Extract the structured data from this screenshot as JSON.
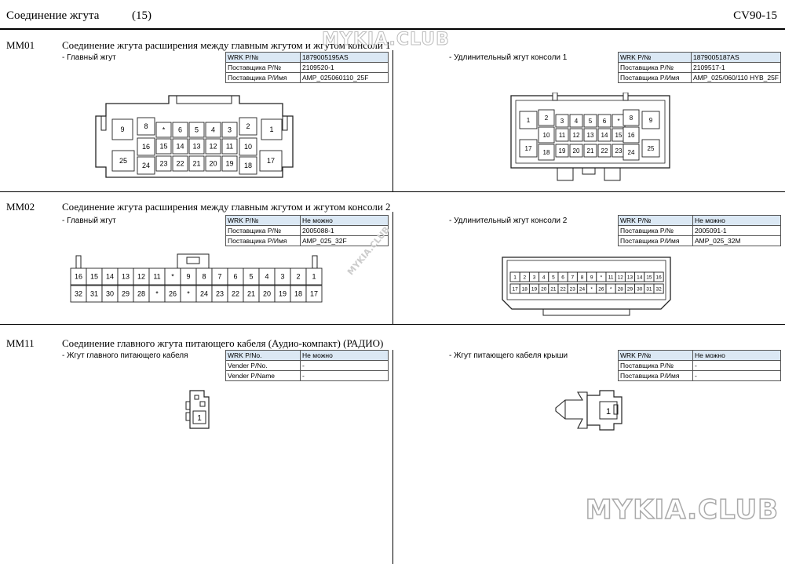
{
  "header": {
    "title": "Соединение жгута",
    "page": "(15)",
    "code": "CV90-15"
  },
  "watermarks": {
    "top": "MYKIA.CLUB",
    "diag": "MYKIA.CLUB",
    "big": "MYKIA.CLUB"
  },
  "sections": {
    "mm01": {
      "code": "MM01",
      "title": "Соединение жгута расширения между главным жгутом и жгутом консоли 1",
      "left": {
        "label": "- Главный жгут",
        "table": {
          "r1k": "WRK P/№",
          "r1v": "1879005195AS",
          "r2k": "Поставщика P/№",
          "r2v": "2109520-1",
          "r3k": "Поставщика P/Имя",
          "r3v": "AMP_025060110_25F"
        }
      },
      "right": {
        "label": "- Удлинительный жгут консоли 1",
        "table": {
          "r1k": "WRK P/№",
          "r1v": "1879005187AS",
          "r2k": "Поставщика P/№",
          "r2v": "2109517-1",
          "r3k": "Поставщика P/Имя",
          "r3v": "AMP_025/060/110 HYB_25F"
        }
      }
    },
    "mm02": {
      "code": "MM02",
      "title": "Соединение жгута расширения между главным жгутом и жгутом консоли 2",
      "left": {
        "label": "- Главный жгут",
        "table": {
          "r1k": "WRK P/№",
          "r1v": "Не можно",
          "r2k": "Поставщика P/№",
          "r2v": "2005088-1",
          "r3k": "Поставщика P/Имя",
          "r3v": "AMP_025_32F"
        }
      },
      "right": {
        "label": "- Удлинительный жгут консоли 2",
        "table": {
          "r1k": "WRK P/№",
          "r1v": "Не можно",
          "r2k": "Поставщика P/№",
          "r2v": "2005091-1",
          "r3k": "Поставщика P/Имя",
          "r3v": "AMP_025_32M"
        }
      }
    },
    "mm11": {
      "code": "MM11",
      "title": "Соединение главного жгута питающего кабеля (Аудио-компакт) (РАДИО)",
      "left": {
        "label": "- Жгут главного питающего кабеля",
        "table": {
          "r1k": "WRK P/No.",
          "r1v": "Не можно",
          "r2k": "Vender P/No.",
          "r2v": "-",
          "r3k": "Vender P/Name",
          "r3v": "-"
        }
      },
      "right": {
        "label": "- Жгут питающего кабеля крыши",
        "table": {
          "r1k": "WRK P/№",
          "r1v": "Не можно",
          "r2k": "Поставщика P/№",
          "r2v": "-",
          "r3k": "Поставщика P/Имя",
          "r3v": "-"
        }
      }
    }
  },
  "connectors": {
    "mm01_left": {
      "top": [
        "9",
        "8",
        "*",
        "6",
        "5",
        "4",
        "3",
        "2",
        "1"
      ],
      "mid": [
        "16",
        "15",
        "14",
        "13",
        "12",
        "11",
        "10"
      ],
      "bot": [
        "25",
        "24",
        "23",
        "22",
        "21",
        "20",
        "19",
        "18",
        "17"
      ]
    },
    "mm01_right": {
      "top": [
        "1",
        "2",
        "3",
        "4",
        "5",
        "6",
        "*",
        "8",
        "9"
      ],
      "mid": [
        "10",
        "11",
        "12",
        "13",
        "14",
        "15",
        "16"
      ],
      "bot": [
        "17",
        "18",
        "19",
        "20",
        "21",
        "22",
        "23",
        "24",
        "25"
      ]
    },
    "mm02_left": {
      "top": [
        "16",
        "15",
        "14",
        "13",
        "12",
        "11",
        "*",
        "9",
        "8",
        "7",
        "6",
        "5",
        "4",
        "3",
        "2",
        "1"
      ],
      "bot": [
        "32",
        "31",
        "30",
        "29",
        "28",
        "*",
        "26",
        "*",
        "24",
        "23",
        "22",
        "21",
        "20",
        "19",
        "18",
        "17"
      ]
    },
    "mm02_right": {
      "top": [
        "1",
        "2",
        "3",
        "4",
        "5",
        "6",
        "7",
        "8",
        "9",
        "*",
        "11",
        "12",
        "13",
        "14",
        "15",
        "16"
      ],
      "bot": [
        "17",
        "18",
        "19",
        "20",
        "21",
        "22",
        "23",
        "24",
        "*",
        "26",
        "*",
        "28",
        "29",
        "30",
        "31",
        "32"
      ]
    },
    "mm11_left": {
      "pin": "1"
    },
    "mm11_right": {
      "pin": "1"
    }
  }
}
